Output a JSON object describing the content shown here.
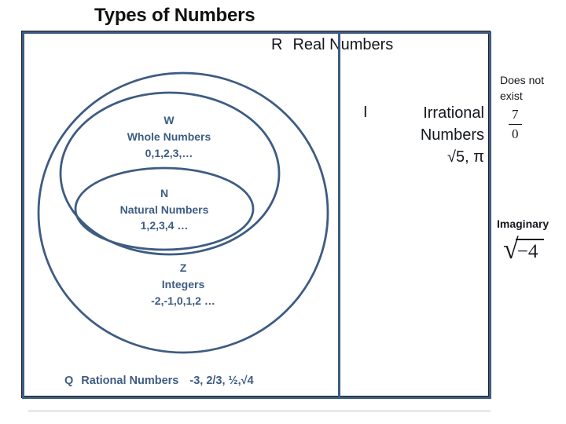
{
  "colors": {
    "navy": "#3e5c82",
    "ink": "#15181e",
    "title_ink": "#111111",
    "shadow": "#e9e9e9"
  },
  "title": "Types of Numbers",
  "real": {
    "symbol": "R",
    "name": "Real Numbers"
  },
  "venn": {
    "whole": {
      "symbol": "W",
      "name": "Whole Numbers",
      "examples": "0,1,2,3,…"
    },
    "natural": {
      "symbol": "N",
      "name": "Natural Numbers",
      "examples": "1,2,3,4 …"
    },
    "integers": {
      "symbol": "Z",
      "name": "Integers",
      "examples": "-2,-1,0,1,2 …"
    },
    "rational": {
      "symbol": "Q",
      "name": "Rational Numbers",
      "examples": "-3, 2/3, ½,√4"
    }
  },
  "irrational": {
    "symbol": "I",
    "line1": "Irrational",
    "line2": "Numbers",
    "examples": "√5, π"
  },
  "annotations": {
    "does_not_exist": {
      "label": "Does not exist",
      "numerator": "7",
      "denominator": "0"
    },
    "imaginary": {
      "label": "Imaginary",
      "radical_sign": "√",
      "radicand": "−4"
    }
  }
}
